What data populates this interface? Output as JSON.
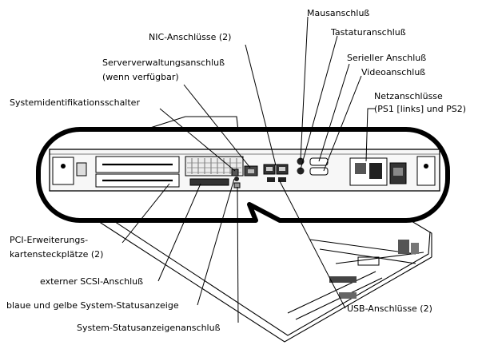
{
  "labels": {
    "mouse": "Mausanschluß",
    "keyboard": "Tastaturanschluß",
    "nic": "NIC-Anschlüsse (2)",
    "serial": "Serieller Anschluß",
    "video": "Videoanschluß",
    "mgmt_line1": "Serververwaltungsanschluß",
    "mgmt_line2": "(wenn verfügbar)",
    "power_line1": "Netzanschlüsse",
    "power_line2": "(PS1 [links] und PS2)",
    "sysid": "Systemidentifikationsschalter",
    "pci_line1": "PCI-Erweiterungs-",
    "pci_line2": "kartensteckplätze (2)",
    "scsi": "externer SCSI-Anschluß",
    "status_led": "blaue und gelbe System-Statusanzeige",
    "status_conn": "System-Statusanzeigenanschluß",
    "usb": "USB-Anschlüsse (2)"
  }
}
